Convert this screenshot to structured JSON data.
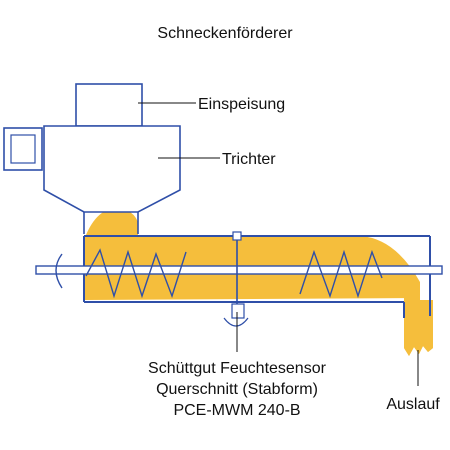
{
  "title": "Schneckenförderer",
  "labels": {
    "feed": "Einspeisung",
    "hopper": "Trichter",
    "sensor_line1": "Schüttgut Feuchtesensor",
    "sensor_line2": "Querschnitt (Stabform)",
    "sensor_line3": "PCE-MWM 240-B",
    "outlet": "Auslauf"
  },
  "colors": {
    "outline": "#2f4fa8",
    "material": "#f5be3c",
    "material_dark": "#d9a12a",
    "label_text": "#111111"
  }
}
